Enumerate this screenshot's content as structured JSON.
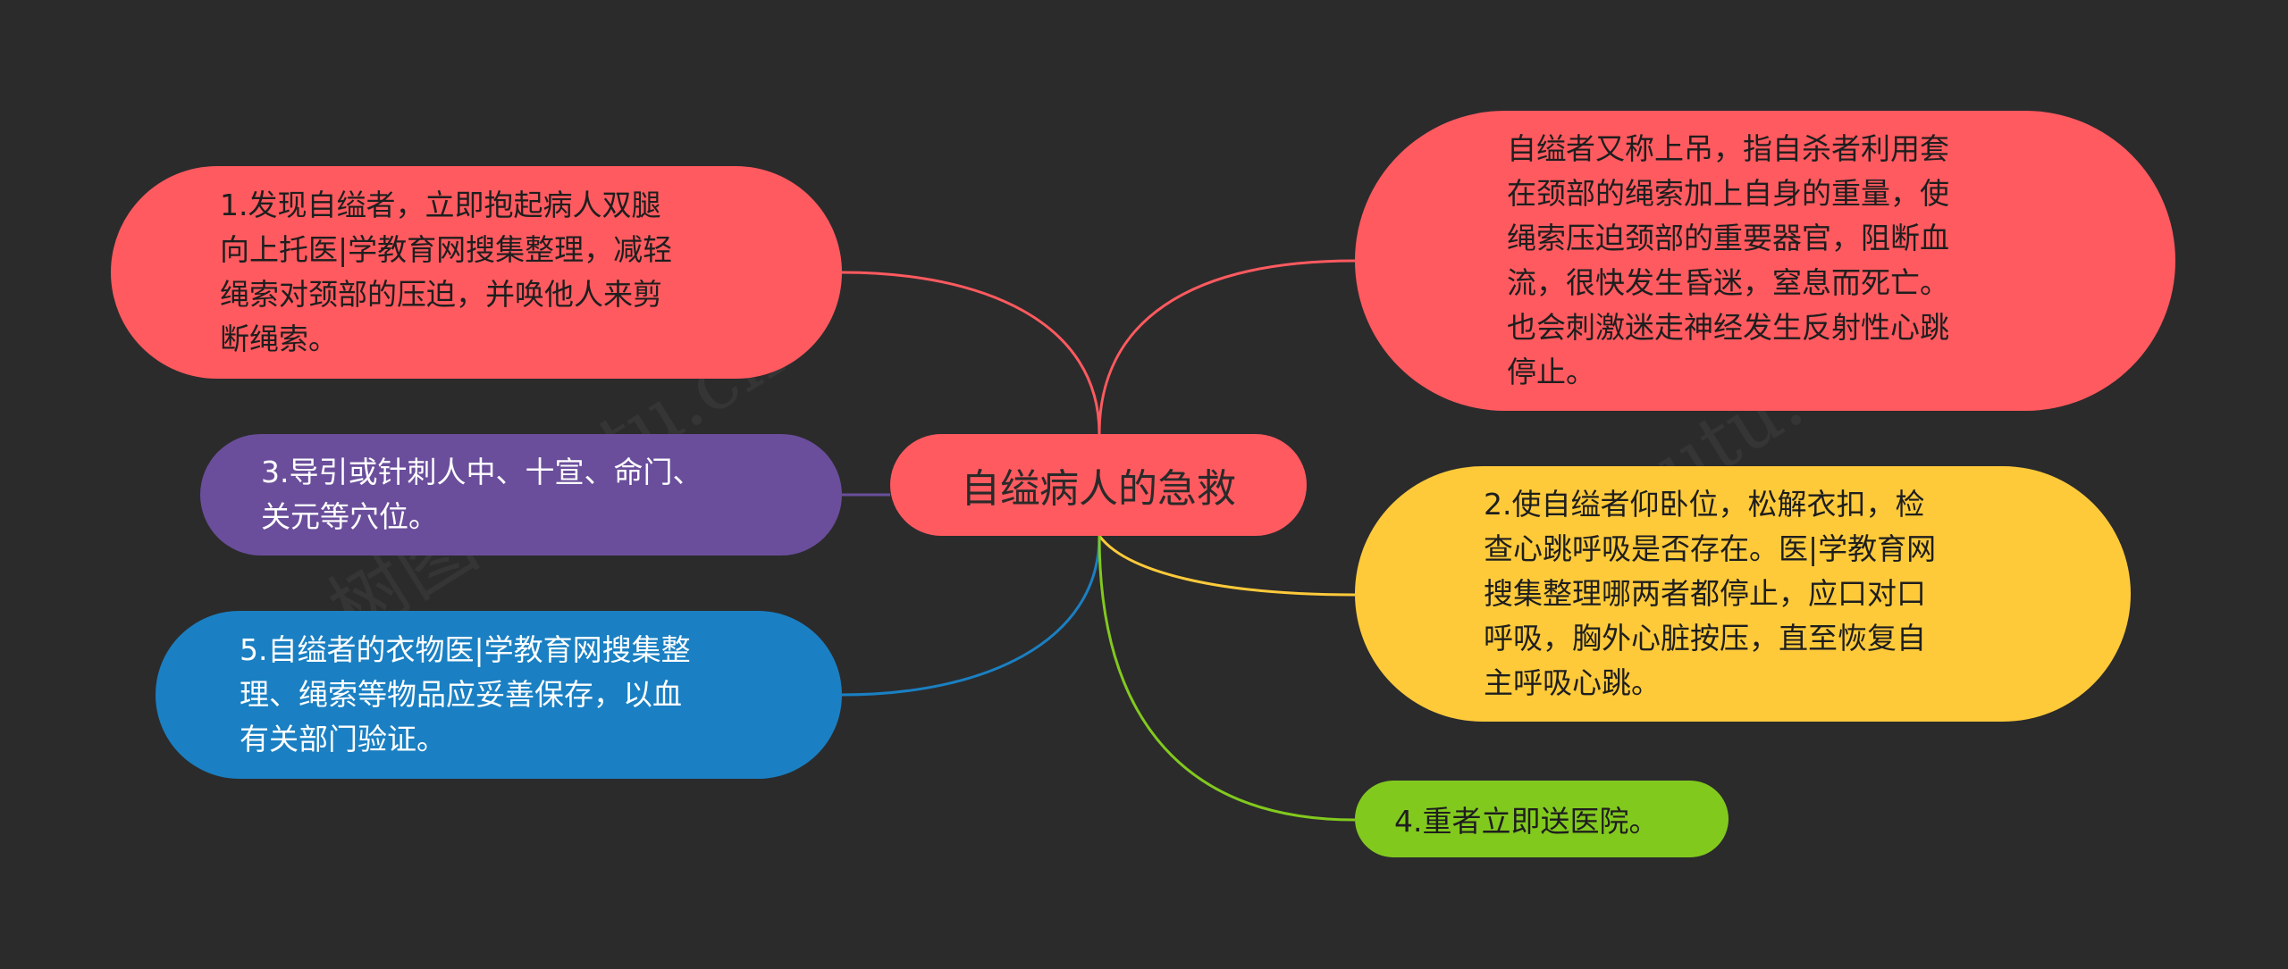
{
  "diagram": {
    "center": "自缢病人的急救",
    "nodes": {
      "n1": "1.发现自缢者，立即抱起病人双腿\n向上托医|学教育网搜集整理，减轻\n绳索对颈部的压迫，并唤他人来剪\n断绳索。",
      "n3": "3.导引或针刺人中、十宣、命门、\n关元等穴位。",
      "n5": "5.自缢者的衣物医|学教育网搜集整\n理、绳索等物品应妥善保存，以血\n有关部门验证。",
      "nr": "自缢者又称上吊，指自杀者利用套\n在颈部的绳索加上自身的重量，使\n绳索压迫颈部的重要器官，阻断血\n流，很快发生昏迷，窒息而死亡。\n也会刺激迷走神经发生反射性心跳\n停止。",
      "n2": "2.使自缢者仰卧位，松解衣扣，检\n查心跳呼吸是否存在。医|学教育网\n搜集整理哪两者都停止，应口对口\n呼吸，胸外心脏按压，直至恢复自\n主呼吸心跳。",
      "n4": "4.重者立即送医院。"
    },
    "colors": {
      "background": "#2b2b2c",
      "red": "#ff5a5f",
      "purple": "#6a4e9b",
      "blue": "#1a80c3",
      "yellow": "#ffca3a",
      "green": "#82c91e"
    },
    "watermark": "树图 shutu.cn"
  }
}
